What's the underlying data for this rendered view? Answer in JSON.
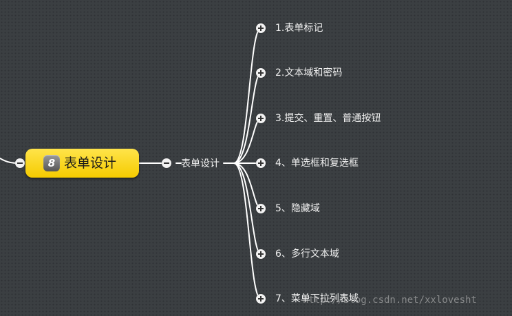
{
  "root": {
    "badge_number": "8",
    "title": "表单设计"
  },
  "hub": {
    "label": "表单设计"
  },
  "children": [
    {
      "label": "1.表单标记"
    },
    {
      "label": "2.文本域和密码"
    },
    {
      "label": "3.提交、重置、普通按钮"
    },
    {
      "label": "4、单选框和复选框"
    },
    {
      "label": "5、隐藏域"
    },
    {
      "label": "6、多行文本域"
    },
    {
      "label": "7、菜单下拉列表域"
    }
  ],
  "watermark": "http://blog.csdn.net/xxlovesht",
  "colors": {
    "background": "#3b3f42",
    "root_fill": "#f7d00a",
    "lines": "#ffffff",
    "text": "#f0f0f0"
  }
}
